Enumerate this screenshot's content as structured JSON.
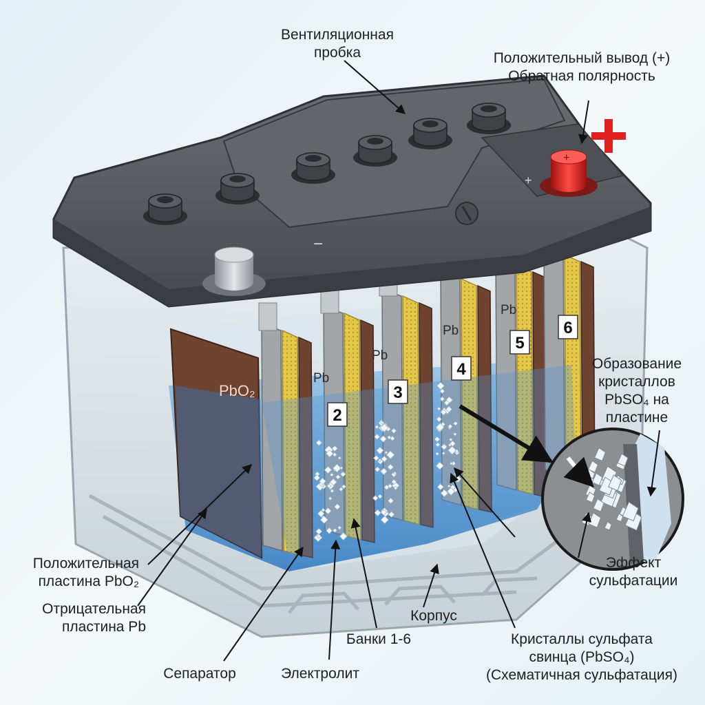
{
  "labels": {
    "vent_cap": [
      "Вентиляционная",
      "пробка"
    ],
    "positive_terminal": [
      "Положительный вывод (+)",
      "Обратная полярность"
    ],
    "crystal_formation": [
      "Образование",
      "кристаллов",
      "PbSO₄ на",
      "пластине"
    ],
    "sulfation_effect": [
      "Эффект",
      "сульфатации"
    ],
    "positive_plate": [
      "Положительная",
      "пластина PbO₂"
    ],
    "negative_plate": [
      "Отрицательная",
      "пластина Pb"
    ],
    "housing": "Корпус",
    "cells": "Банки 1-6",
    "separator": "Сепаратор",
    "electrolyte": "Электролит",
    "sulfate_crystals": [
      "Кристаллы сульфата",
      "свинца (PbSO₄)",
      "(Схематичная сульфатация)"
    ]
  },
  "plate_marks": {
    "pbo2": "PbO₂",
    "pb": "Pb",
    "plus": "+",
    "minus": "−"
  },
  "cell_numbers": [
    "2",
    "3",
    "4",
    "5",
    "6"
  ],
  "colors": {
    "lid": "#55595e",
    "lid_dark": "#3a3d41",
    "case": "#cfd8dd",
    "electrolyte": "#6fa9d6",
    "pbo2_plate": "#6e4330",
    "pb_plate": "#a3a6a9",
    "separator": "#e5c84a",
    "terminal_positive": "#d8221f",
    "terminal_negative": "#b8bcc0",
    "plus_sign": "#e02020"
  }
}
